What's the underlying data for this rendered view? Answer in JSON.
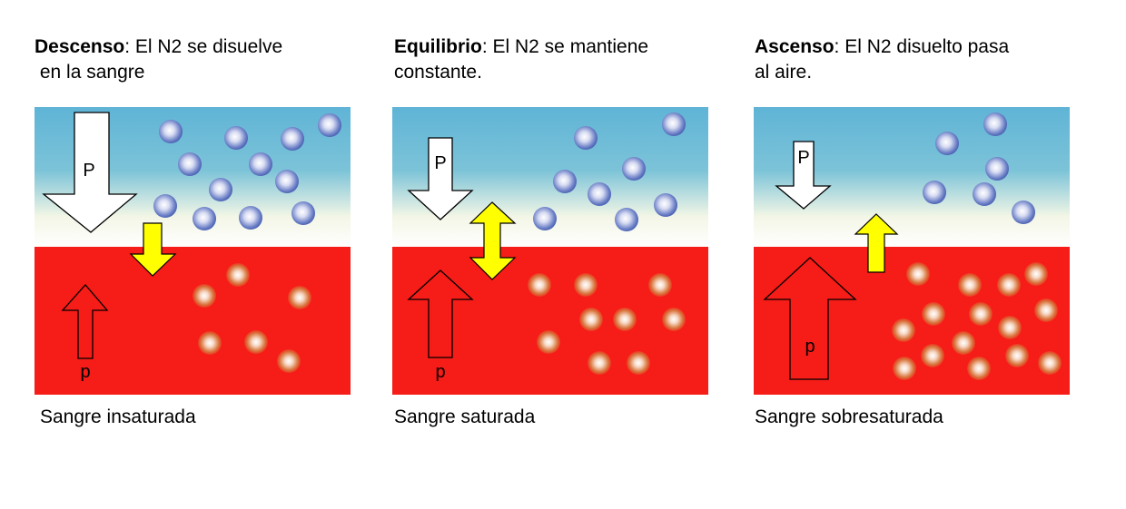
{
  "colors": {
    "air_top": "#5fb4d6",
    "air_bottom": "#f6f7e8",
    "blood": "#f61c17",
    "arrow_yellow": "#ffff00",
    "n2_bubble": "#4a63b8",
    "n2_dissolved": "#c8501e"
  },
  "panels": [
    {
      "title_bold": "Descenso",
      "title_rest": ": El N2 se disuelve",
      "title_line2": " en la sangre",
      "pressure_air_label": "P",
      "pressure_blood_label": "p",
      "caption": "Sangre insaturada"
    },
    {
      "title_bold": "Equilibrio",
      "title_rest": ": El N2 se mantiene",
      "title_line2": "constante.",
      "pressure_air_label": "P",
      "pressure_blood_label": "p",
      "caption": "Sangre saturada"
    },
    {
      "title_bold": "Ascenso",
      "title_rest": ": El N2 disuelto pasa",
      "title_line2": "al aire.",
      "pressure_air_label": "P",
      "pressure_blood_label": "p",
      "caption": "Sangre sobresaturada"
    }
  ]
}
